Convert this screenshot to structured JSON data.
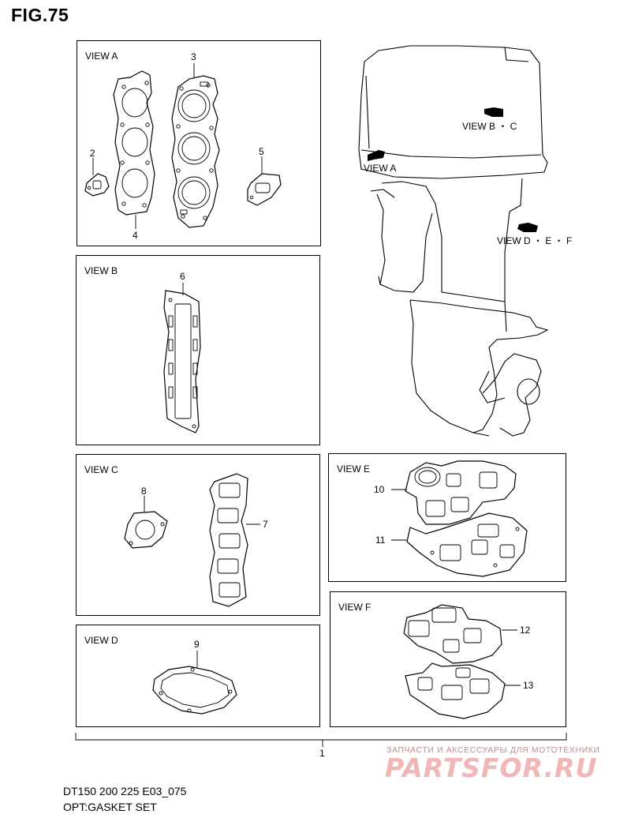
{
  "figure": {
    "title": "FIG.75"
  },
  "panels": {
    "view_a": {
      "label": "VIEW A"
    },
    "view_b": {
      "label": "VIEW B"
    },
    "view_c": {
      "label": "VIEW C"
    },
    "view_d": {
      "label": "VIEW D"
    },
    "view_e": {
      "label": "VIEW E"
    },
    "view_f": {
      "label": "VIEW F"
    }
  },
  "callouts": [
    "1",
    "2",
    "3",
    "4",
    "5",
    "6",
    "7",
    "8",
    "9",
    "10",
    "11",
    "12",
    "13"
  ],
  "engine_refs": {
    "bc": "VIEW B ・ C",
    "a": "VIEW A",
    "def": "VIEW D ・ E ・ F"
  },
  "footer": {
    "line1": "DT150 200 225 E03_075",
    "line2": "OPT:GASKET SET"
  },
  "watermark": {
    "subtitle": "ЗАПЧАСТИ И АКСЕССУАРЫ ДЛЯ МОТОТЕХНИКИ",
    "logo": "PARTSFOR.RU"
  }
}
